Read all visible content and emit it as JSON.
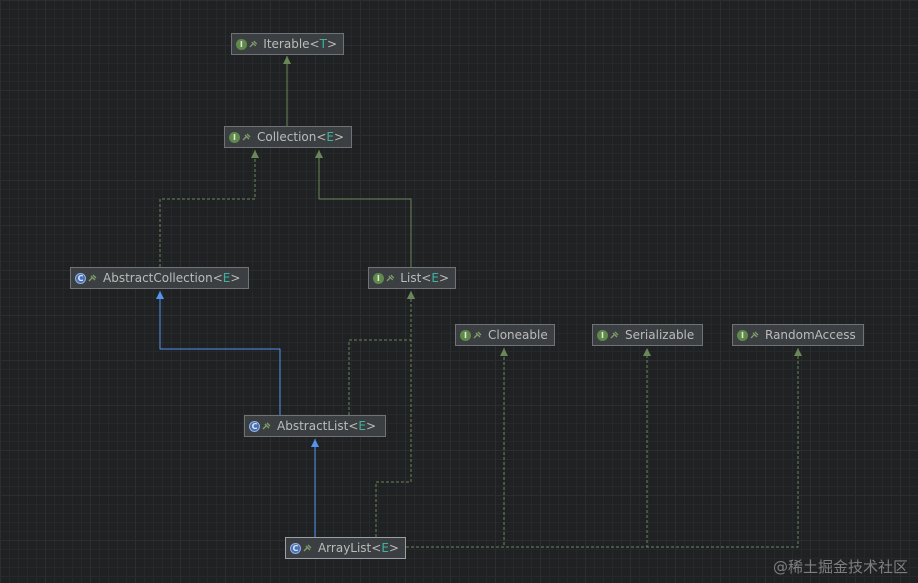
{
  "nodes": [
    {
      "id": "iterable",
      "kind": "interface",
      "icon": "interface-icon",
      "name": "Iterable",
      "type_param": "T"
    },
    {
      "id": "collection",
      "kind": "interface",
      "icon": "interface-icon",
      "name": "Collection",
      "type_param": "E"
    },
    {
      "id": "abstractcollection",
      "kind": "class",
      "icon": "abstract-class-icon",
      "name": "AbstractCollection",
      "type_param": "E"
    },
    {
      "id": "list",
      "kind": "interface",
      "icon": "interface-icon",
      "name": "List",
      "type_param": "E"
    },
    {
      "id": "cloneable",
      "kind": "interface",
      "icon": "interface-icon",
      "name": "Cloneable",
      "type_param": ""
    },
    {
      "id": "serializable",
      "kind": "interface",
      "icon": "interface-icon",
      "name": "Serializable",
      "type_param": ""
    },
    {
      "id": "randomaccess",
      "kind": "interface",
      "icon": "interface-icon",
      "name": "RandomAccess",
      "type_param": ""
    },
    {
      "id": "abstractlist",
      "kind": "class",
      "icon": "abstract-class-icon",
      "name": "AbstractList",
      "type_param": "E"
    },
    {
      "id": "arraylist",
      "kind": "class",
      "icon": "class-icon",
      "name": "ArrayList",
      "type_param": "E"
    }
  ],
  "edges": [
    {
      "from": "collection",
      "to": "iterable",
      "type": "extends-interface"
    },
    {
      "from": "abstractcollection",
      "to": "collection",
      "type": "implements"
    },
    {
      "from": "list",
      "to": "collection",
      "type": "extends-interface"
    },
    {
      "from": "abstractlist",
      "to": "abstractcollection",
      "type": "extends-class"
    },
    {
      "from": "abstractlist",
      "to": "list",
      "type": "implements"
    },
    {
      "from": "arraylist",
      "to": "abstractlist",
      "type": "extends-class"
    },
    {
      "from": "arraylist",
      "to": "list",
      "type": "implements"
    },
    {
      "from": "arraylist",
      "to": "cloneable",
      "type": "implements"
    },
    {
      "from": "arraylist",
      "to": "serializable",
      "type": "implements"
    },
    {
      "from": "arraylist",
      "to": "randomaccess",
      "type": "implements"
    }
  ],
  "colors": {
    "interface_edge": "#6a8759",
    "implements_edge": "#6a8759",
    "class_edge": "#5394ec",
    "type_param": "#3bb3a0"
  },
  "watermark": "@稀土掘金技术社区"
}
